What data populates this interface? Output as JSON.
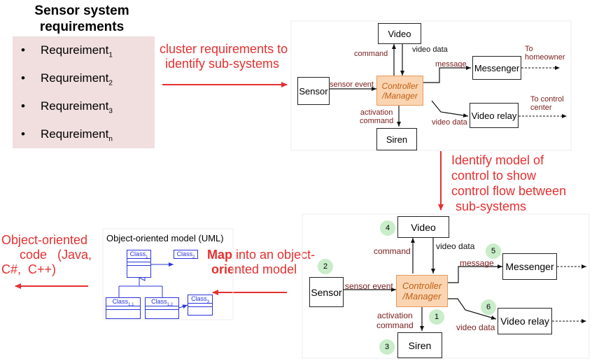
{
  "requirements": {
    "title_line1": "Sensor system",
    "title_line2": "requirements",
    "items": [
      {
        "base": "Requreiment",
        "sub": "1"
      },
      {
        "base": "Requreiment",
        "sub": "2"
      },
      {
        "base": "Requreiment",
        "sub": "3"
      },
      {
        "base": "Requreiment",
        "sub": "n"
      }
    ]
  },
  "steps": {
    "cluster_line1": "cluster requirements to",
    "cluster_line2": "identify sub-systems",
    "control_line1": "Identify model of",
    "control_line2": "control to show",
    "control_line3": "control flow between",
    "control_line4": "sub-systems",
    "map_line1_bold": "Map",
    "map_line1_rest": " into an object-",
    "map_line2_bold": "orie",
    "map_line2_rest": "nted model",
    "code_line1": "Object-oriented",
    "code_line2": "code   (Java,",
    "code_line3": "C#,  C++)"
  },
  "top_diagram": {
    "video": "Video",
    "sensor": "Sensor",
    "controller_line1": "Controller",
    "controller_line2": "/Manager",
    "messenger": "Messenger",
    "video_relay": "Video relay",
    "siren": "Siren",
    "command": "command",
    "video_data_top": "video data",
    "message": "message",
    "to_homeowner_line1": "To",
    "to_homeowner_line2": "homeowner",
    "sensor_event": "sensor event",
    "to_control_line1": "To control",
    "to_control_line2": "center",
    "activation_line1": "activation",
    "activation_line2": "command",
    "video_data_bottom": "video data"
  },
  "bottom_diagram": {
    "video": "Video",
    "sensor": "Sensor",
    "controller_line1": "Controller",
    "controller_line2": "/Manager",
    "messenger": "Messenger",
    "video_relay": "Video relay",
    "siren": "Siren",
    "command": "command",
    "video_data_top": "video data",
    "message": "message",
    "sensor_event": "sensor event",
    "activation_line1": "activation",
    "activation_line2": "command",
    "video_data_bottom": "video data",
    "steps": [
      "1",
      "2",
      "3",
      "4",
      "5",
      "6"
    ]
  },
  "uml": {
    "title": "Object-oriented model (UML)",
    "classes": [
      {
        "base": "Class",
        "sub": "1"
      },
      {
        "base": "Class",
        "sub": "2"
      },
      {
        "base": "Class",
        "sub": "1.1"
      },
      {
        "base": "Class",
        "sub": "1.2"
      },
      {
        "base": "Class",
        "sub": "3"
      }
    ]
  },
  "colors": {
    "accent_red": "#e53030",
    "controller_fill": "#fbd5b2",
    "controller_text": "#c06014",
    "label_text": "#7a1c1c",
    "uml_blue": "#2a35d8",
    "step_circle": "#c9ecc9",
    "requirements_fill": "#f1dfdf"
  }
}
